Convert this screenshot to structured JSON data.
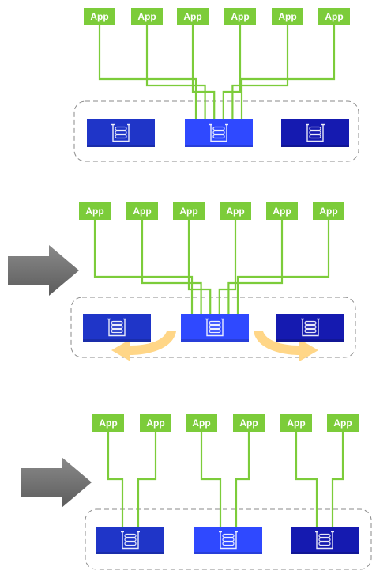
{
  "app_label": "App",
  "colors": {
    "app_green": "#7ccc3a",
    "line_green": "#7ccc3a",
    "db_dark": "#1f35c8",
    "db_mid": "#2f49ff",
    "db_navy": "#151ab0",
    "arrow_gray": "#6e6e6e",
    "swap_orange": "#ffd27a",
    "dashed_border": "#8a8a8a"
  },
  "icons": {
    "database": "database-icon",
    "arrow": "right-arrow-icon",
    "swap": "curved-swap-arrow-icon"
  },
  "stages": [
    {
      "name": "stage-1-single-database",
      "apps": 6,
      "databases": 3,
      "active_database": 2,
      "shows_arrow": false,
      "shows_swap": false
    },
    {
      "name": "stage-2-redistribution",
      "apps": 6,
      "databases": 3,
      "active_database": 2,
      "shows_arrow": true,
      "shows_swap": true
    },
    {
      "name": "stage-3-sharded",
      "apps": 6,
      "databases": 3,
      "active_database": null,
      "shows_arrow": true,
      "shows_swap": false
    }
  ]
}
